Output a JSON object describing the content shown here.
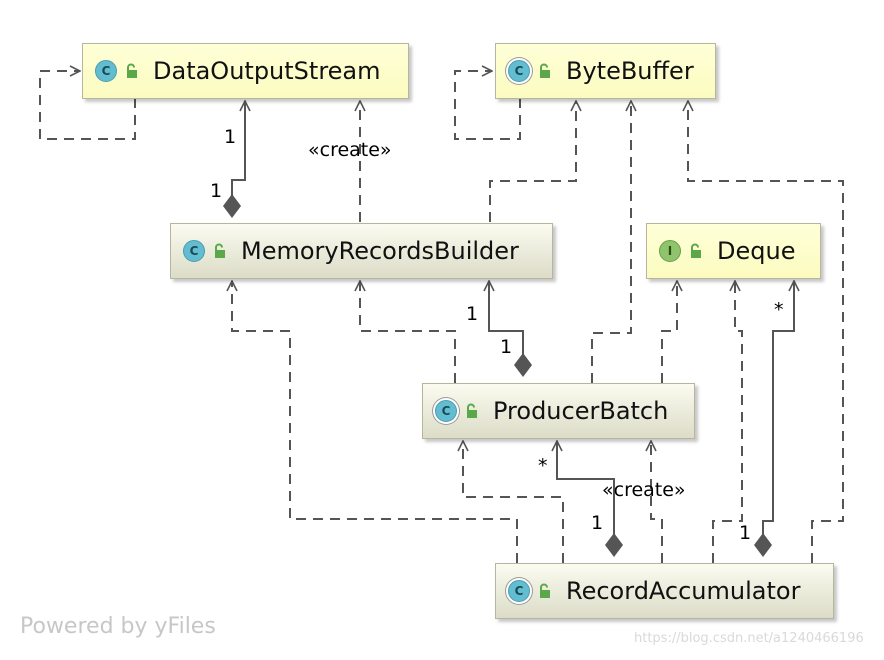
{
  "nodes": {
    "data_output_stream": {
      "name": "DataOutputStream",
      "kind": "class",
      "icon": "class-icon"
    },
    "byte_buffer": {
      "name": "ByteBuffer",
      "kind": "abstract-class",
      "icon": "abstract-class-icon"
    },
    "memory_records_builder": {
      "name": "MemoryRecordsBuilder",
      "kind": "class",
      "icon": "class-icon"
    },
    "deque": {
      "name": "Deque",
      "kind": "interface",
      "icon": "interface-icon"
    },
    "producer_batch": {
      "name": "ProducerBatch",
      "kind": "class",
      "icon": "class-icon"
    },
    "record_accumulator": {
      "name": "RecordAccumulator",
      "kind": "class",
      "icon": "class-icon"
    }
  },
  "badges": {
    "class": "C",
    "interface": "I"
  },
  "labels": {
    "dos_target_mult": "1",
    "mrb_source_mult": "1",
    "create_1": "«create»",
    "mrb_target_mult": "1",
    "pb_source_mult": "1",
    "pb_star": "*",
    "create_2": "«create»",
    "ra_mult_1": "1",
    "deque_star": "*",
    "ra_mult_2": "1"
  },
  "footer": {
    "powered_by": "Powered by yFiles",
    "url": "https://blog.csdn.net/a1240466196"
  },
  "colors": {
    "node_yellow": "#fbfbc0",
    "node_gray": "#dcdcc8",
    "edge": "#555555",
    "class_badge": "#62bdd0",
    "interface_badge": "#8fc46c"
  }
}
